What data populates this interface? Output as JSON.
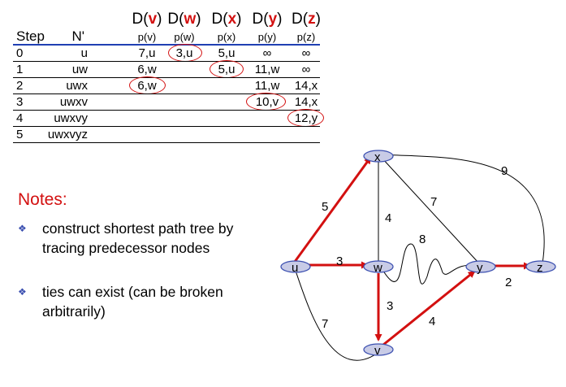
{
  "table": {
    "step_header": "Step",
    "nprime_header": "N'",
    "columns": [
      {
        "d_prefix": "D(",
        "node": "v",
        "d_suffix": ")",
        "p": "p(v)"
      },
      {
        "d_prefix": "D(",
        "node": "w",
        "d_suffix": ")",
        "p": "p(w)"
      },
      {
        "d_prefix": "D(",
        "node": "x",
        "d_suffix": ")",
        "p": "p(x)"
      },
      {
        "d_prefix": "D(",
        "node": "y",
        "d_suffix": ")",
        "p": "p(y)"
      },
      {
        "d_prefix": "D(",
        "node": "z",
        "d_suffix": ")",
        "p": "p(z)"
      }
    ],
    "rows": [
      {
        "step": "0",
        "nprime": "u",
        "v": "7,u",
        "w": "3,u",
        "x": "5,u",
        "y": "∞",
        "z": "∞"
      },
      {
        "step": "1",
        "nprime": "uw",
        "v": "6,w",
        "w": "",
        "x": "5,u",
        "y": "11,w",
        "z": "∞"
      },
      {
        "step": "2",
        "nprime": "uwx",
        "v": "6,w",
        "w": "",
        "x": "",
        "y": "11,w",
        "z": "14,x"
      },
      {
        "step": "3",
        "nprime": "uwxv",
        "v": "",
        "w": "",
        "x": "",
        "y": "10,v",
        "z": "14,x"
      },
      {
        "step": "4",
        "nprime": "uwxvy",
        "v": "",
        "w": "",
        "x": "",
        "y": "",
        "z": "12,y"
      },
      {
        "step": "5",
        "nprime": "uwxvyz",
        "v": "",
        "w": "",
        "x": "",
        "y": "",
        "z": ""
      }
    ]
  },
  "notes": {
    "title": "Notes:",
    "items": [
      "construct shortest path tree by tracing predecessor nodes",
      "ties can exist (can be broken arbitrarily)"
    ]
  },
  "graph": {
    "nodes": {
      "u": "u",
      "v": "v",
      "w": "w",
      "x": "x",
      "y": "y",
      "z": "z"
    },
    "weights": {
      "ux": "5",
      "uw": "3",
      "uv": "7",
      "xw": "4",
      "xy": "7",
      "xz": "9",
      "wy": "8",
      "wv": "3",
      "vy": "4",
      "yz": "2"
    },
    "colors": {
      "highlight": "#d31010",
      "node_fill": "#c8cbe6",
      "node_stroke": "#3b4fb0"
    }
  }
}
